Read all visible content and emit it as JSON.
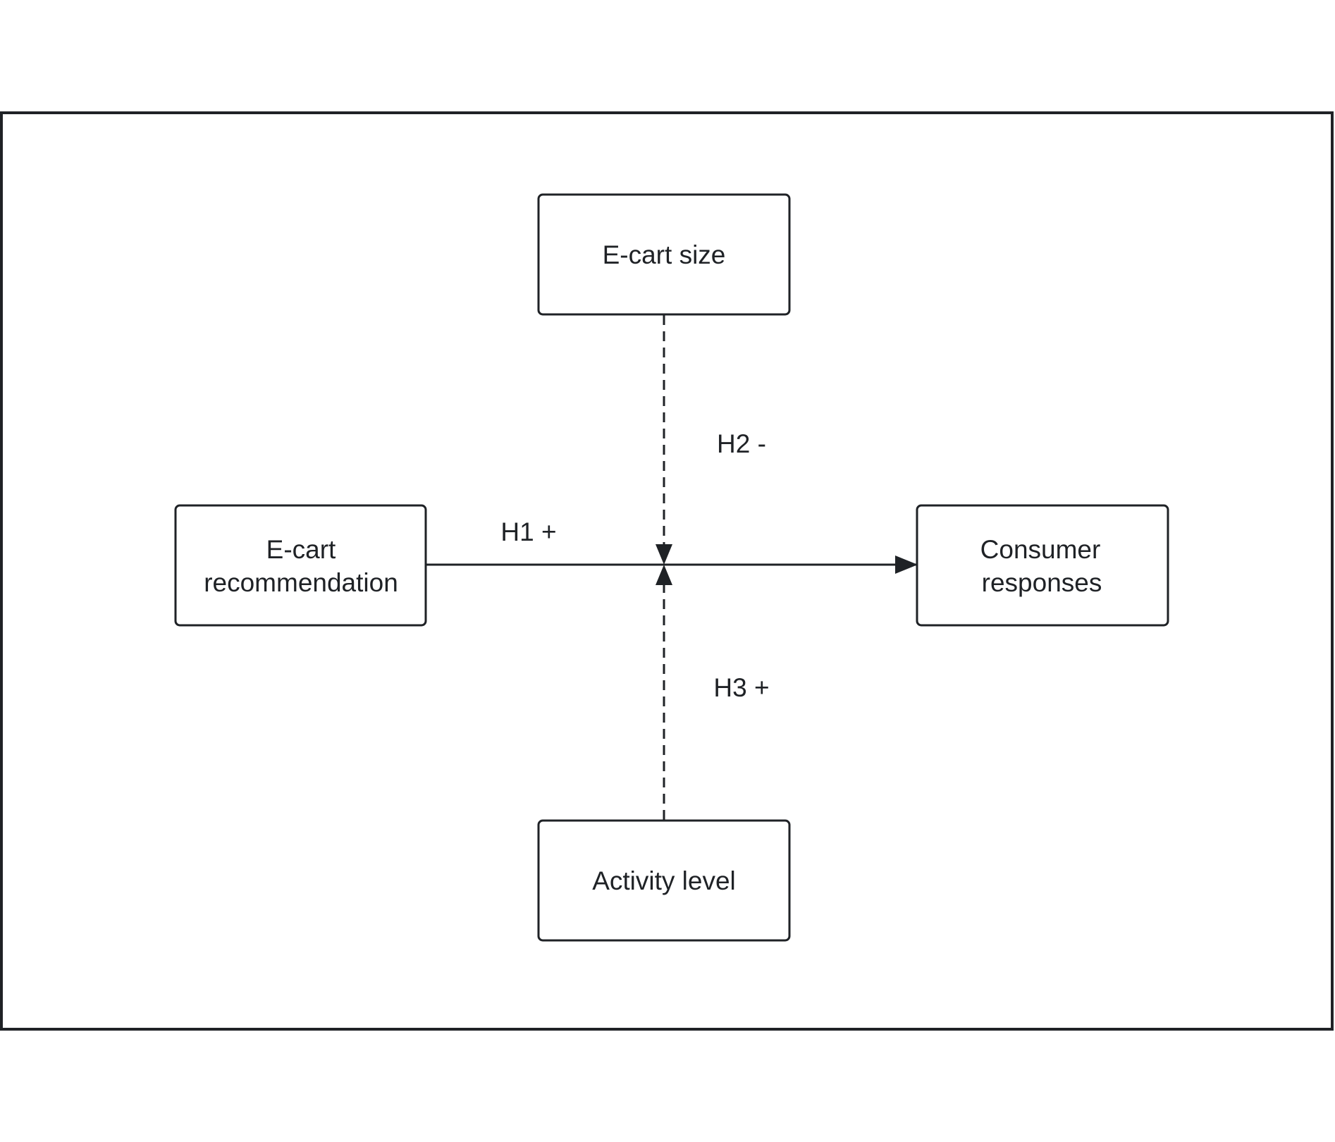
{
  "nodes": {
    "moderator_top": {
      "lines": [
        "E-cart size"
      ]
    },
    "independent": {
      "lines": [
        "E-cart",
        "recommendation"
      ]
    },
    "dependent": {
      "lines": [
        "Consumer",
        "responses"
      ]
    },
    "moderator_bottom": {
      "lines": [
        "Activity level"
      ]
    }
  },
  "edges": {
    "h1": {
      "label": "H1 +",
      "style": "solid"
    },
    "h2": {
      "label": "H2 -",
      "style": "dashed"
    },
    "h3": {
      "label": "H3 +",
      "style": "dashed"
    }
  },
  "colors": {
    "stroke": "#1f2226",
    "text": "#1f2226",
    "background": "#ffffff"
  }
}
